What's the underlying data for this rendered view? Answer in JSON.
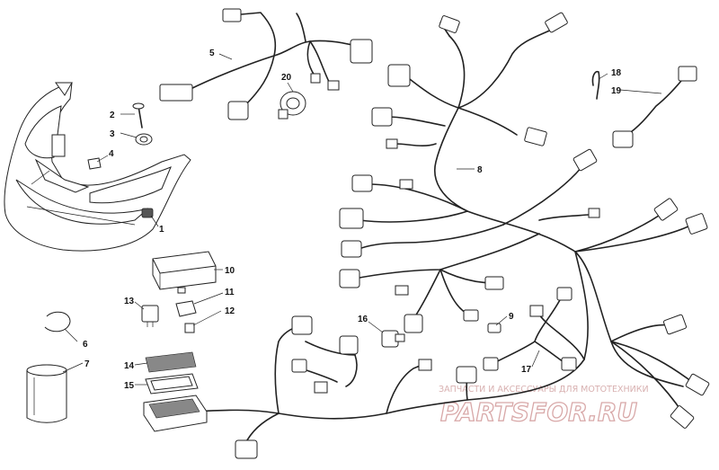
{
  "callouts": {
    "c1": "1",
    "c2": "2",
    "c3": "3",
    "c4": "4",
    "c5": "5",
    "c6": "6",
    "c7": "7",
    "c8": "8",
    "c9": "9",
    "c10": "10",
    "c11": "11",
    "c12": "12",
    "c13": "13",
    "c14": "14",
    "c15": "15",
    "c16": "16",
    "c17": "17",
    "c18": "18",
    "c19": "19",
    "c20": "20"
  },
  "watermark": {
    "tagline": "ЗАПЧАСТИ И АКСЕССУАРЫ ДЛЯ МОТОТЕХНИКИ",
    "logo": "PARTSFOR.RU"
  },
  "colors": {
    "line": "#222222",
    "watermark": "#d8a8a8",
    "background": "#ffffff"
  }
}
